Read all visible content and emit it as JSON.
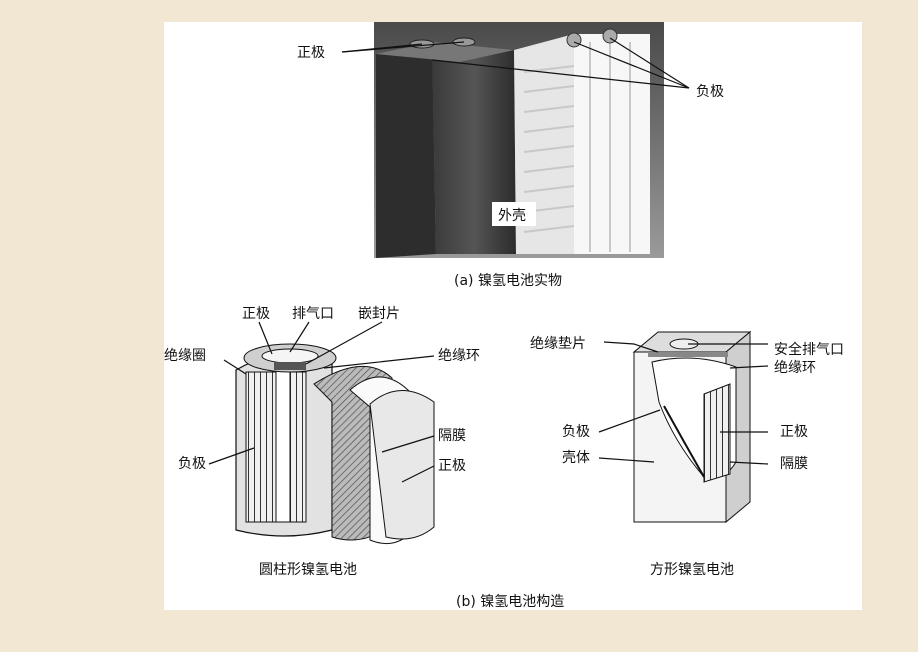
{
  "photo": {
    "positive_label": "正极",
    "negative_label": "负极",
    "shell_label": "外壳",
    "caption": "(a) 镍氢电池实物"
  },
  "cylindrical": {
    "labels": {
      "positive_top": "正极",
      "vent": "排气口",
      "seal": "嵌封片",
      "insulation_ring": "绝缘圈",
      "insulation_loop": "绝缘环",
      "separator": "隔膜",
      "negative": "负极",
      "positive_side": "正极"
    },
    "caption": "圆柱形镍氢电池"
  },
  "prismatic": {
    "labels": {
      "gasket": "绝缘垫片",
      "safety_vent": "安全排气口",
      "insulation_loop": "绝缘环",
      "negative": "负极",
      "positive": "正极",
      "shell": "壳体",
      "separator": "隔膜"
    },
    "caption": "方形镍氢电池"
  },
  "figure_caption": "(b) 镍氢电池构造"
}
